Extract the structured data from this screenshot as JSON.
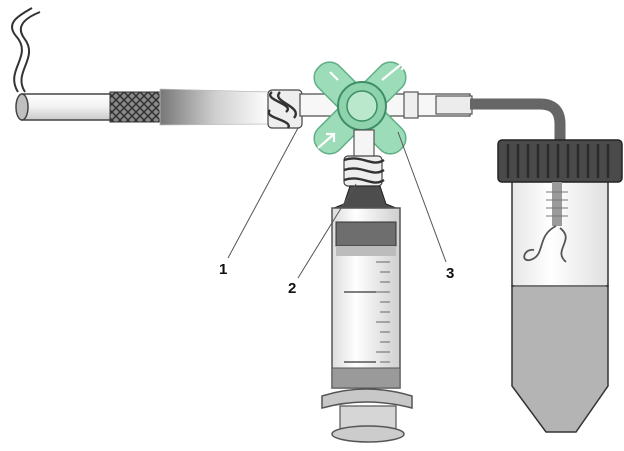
{
  "labels": {
    "callout_1": "1",
    "callout_2": "2",
    "callout_3": "3"
  },
  "parts": {
    "smoke": "smoke-wisps",
    "cigarette": "cigarette",
    "adapter": "tube-adapter",
    "connector": "threaded-connector",
    "stopcock": "three-way-stopcock",
    "syringe": "syringe",
    "tubing": "tubing",
    "tube": "conical-collection-tube"
  },
  "colors": {
    "stopcock": "#9ddcb8",
    "stopcock_stroke": "#5fae86",
    "liquid": "#b4b4b4",
    "cap": "#4a4a4a",
    "tubing": "#666666"
  }
}
